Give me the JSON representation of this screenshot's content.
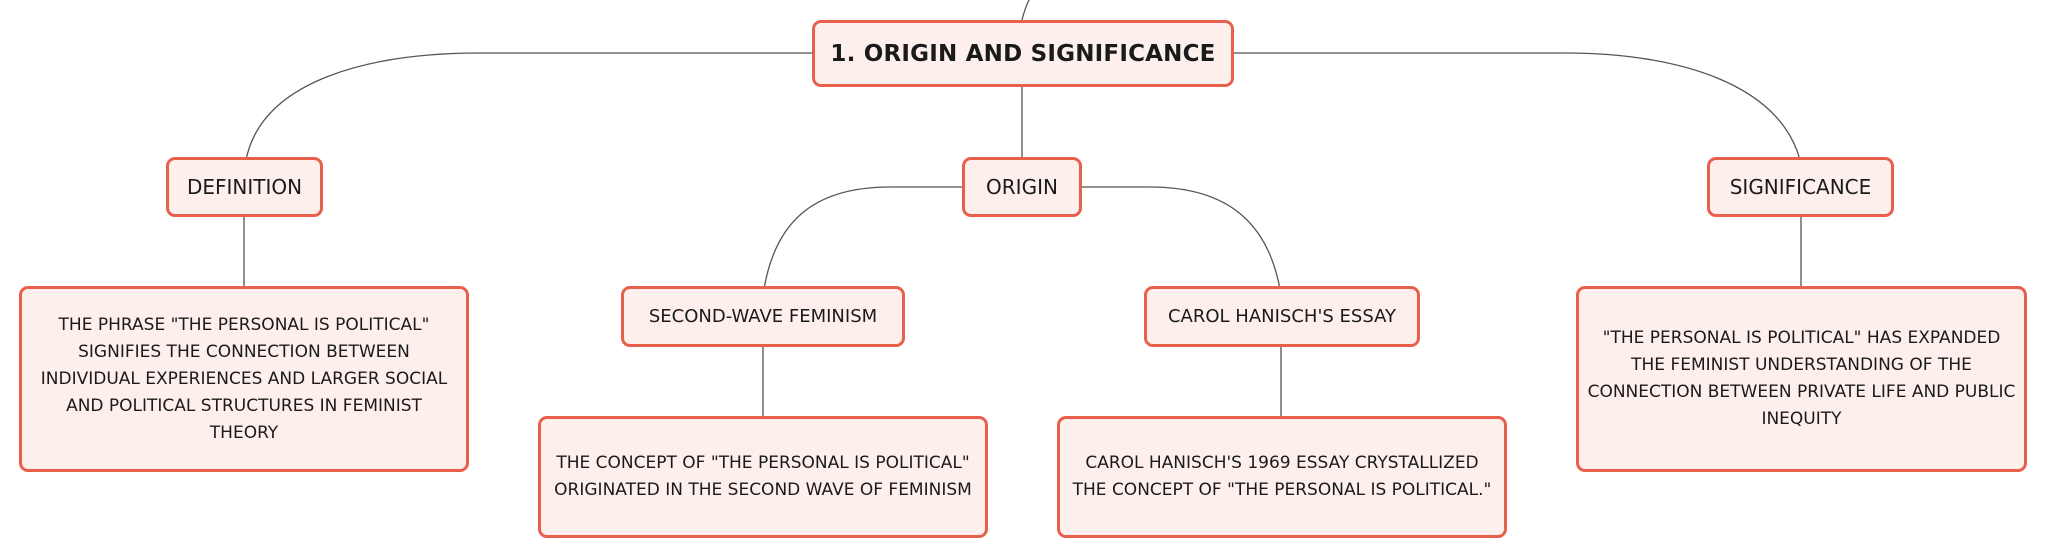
{
  "colors": {
    "node_border": "#e8604c",
    "node_fill": "#fdf0ec",
    "connector": "#555555",
    "text": "#1a1a1a"
  },
  "root": {
    "title": "1. ORIGIN AND SIGNIFICANCE"
  },
  "definition": {
    "label": "DEFINITION",
    "detail": "THE PHRASE \"THE PERSONAL IS POLITICAL\" SIGNIFIES THE CONNECTION BETWEEN INDIVIDUAL EXPERIENCES AND LARGER SOCIAL AND POLITICAL STRUCTURES IN FEMINIST THEORY"
  },
  "origin": {
    "label": "ORIGIN",
    "second_wave": {
      "label": "SECOND-WAVE FEMINISM",
      "detail": "THE CONCEPT OF \"THE PERSONAL IS POLITICAL\" ORIGINATED IN THE SECOND WAVE OF FEMINISM"
    },
    "hanisch": {
      "label": "CAROL HANISCH'S ESSAY",
      "detail": "CAROL HANISCH'S 1969 ESSAY CRYSTALLIZED THE CONCEPT OF \"THE PERSONAL IS POLITICAL.\""
    }
  },
  "significance": {
    "label": "SIGNIFICANCE",
    "detail": "\"THE PERSONAL IS POLITICAL\" HAS EXPANDED THE FEMINIST UNDERSTANDING OF THE CONNECTION BETWEEN PRIVATE LIFE AND PUBLIC INEQUITY"
  }
}
